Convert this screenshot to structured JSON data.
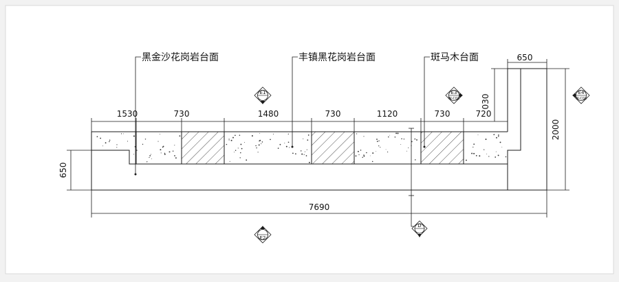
{
  "labels": {
    "black_gold_sand": "黑金沙花岗岩台面",
    "fengzhen_black": "丰镇黑花岗岩台面",
    "zebra_wood": "斑马木台面"
  },
  "dimensions": {
    "top": [
      "1530",
      "730",
      "1480",
      "730",
      "1120",
      "730",
      "720"
    ],
    "top_right": "650",
    "right_short": "030",
    "right_total": "2000",
    "left": "650",
    "bottom_total": "7690"
  },
  "markers": {
    "e1": {
      "top": "E1",
      "bottom": ""
    },
    "e2": {
      "top": "E2",
      "bottom": ""
    },
    "e3": {
      "top": "E3",
      "bottom": "W-C02"
    },
    "e4": {
      "top": "E4",
      "bottom": "W-C02"
    },
    "d": {
      "top": "D",
      "bottom": ""
    }
  },
  "colors": {
    "line": "#1a1a1a",
    "background": "#f2f2f2",
    "paper": "#ffffff"
  }
}
